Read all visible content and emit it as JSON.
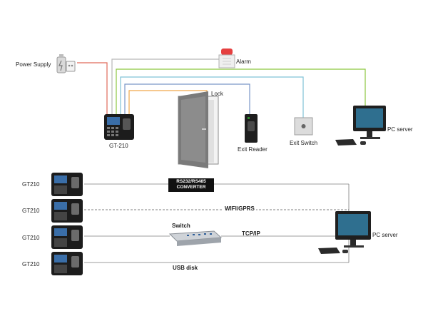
{
  "top": {
    "power_supply": "Power Supply",
    "alarm": "Alarm",
    "lock": "Lock",
    "device": "GT-210",
    "exit_reader": "Exit Reader",
    "exit_switch": "Exit Switch",
    "pc_server": "PC server",
    "wire_colors": {
      "power": "#e06a5a",
      "alarm": "#b8b8b8",
      "exit_switch": "#7fc2d6",
      "exit_reader": "#7a96c8",
      "lock": "#f0a84a",
      "pc": "#8cc63f"
    }
  },
  "bottom": {
    "devices": [
      "GT210",
      "GT210",
      "GT210",
      "GT210"
    ],
    "converter_line1": "RS232/RS485",
    "converter_line2": "CONVERTER",
    "wifi": "WIFI/GPRS",
    "switch": "Switch",
    "tcpip": "TCP/IP",
    "usb": "USB disk",
    "pc_server": "PC server"
  }
}
